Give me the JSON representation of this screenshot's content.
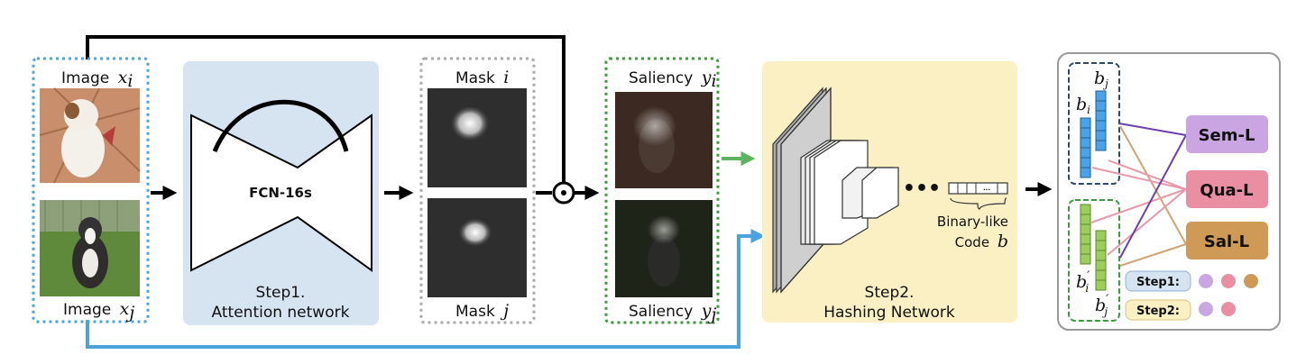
{
  "input": {
    "image_i_prefix": "Image",
    "image_i_var": "x",
    "image_i_sub": "i",
    "image_j_prefix": "Image",
    "image_j_var": "x",
    "image_j_sub": "j"
  },
  "step1": {
    "network": "FCN-16s",
    "title_line1": "Step1.",
    "title_line2": "Attention network"
  },
  "masks": {
    "mask_i_prefix": "Mask",
    "mask_i_var": "i",
    "mask_j_prefix": "Mask",
    "mask_j_var": "j"
  },
  "saliency": {
    "sal_i_prefix": "Saliency",
    "sal_i_var": "y",
    "sal_i_sub": "i",
    "sal_j_prefix": "Saliency",
    "sal_j_var": "y",
    "sal_j_sub": "j"
  },
  "step2": {
    "dots": "•••",
    "code_line1": "Binary-like",
    "code_line2_prefix": "Code",
    "code_var": "b",
    "title_line1": "Step2.",
    "title_line2": "Hashing Network"
  },
  "losses": {
    "bj_var": "b",
    "bj_sub": "j",
    "bi_var": "b",
    "bi_sub": "i",
    "bip_var": "b",
    "bip_prime": "′",
    "bip_sub": "i",
    "bjp_var": "b",
    "bjp_prime": "′",
    "bjp_sub": "j",
    "sem": "Sem-L",
    "qua": "Qua-L",
    "sal": "Sal-L",
    "step1_legend": "Step1:",
    "step2_legend": "Step2:"
  },
  "colors": {
    "black_path": "#000000",
    "blue_path": "#4aa3df",
    "green_arrow": "#5bb55f",
    "step1_bg": "#d6e3f1",
    "step2_bg": "#fbf0c3",
    "sem": "#c9a6e2",
    "qua": "#e98ea3",
    "sal": "#cf9a55",
    "code_blue": "#4aa3e8",
    "code_green": "#9ccd5d"
  }
}
